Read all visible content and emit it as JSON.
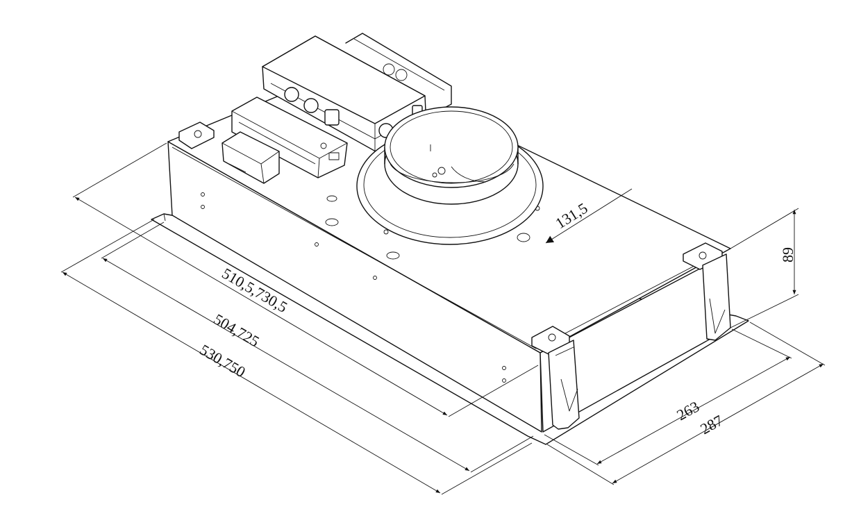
{
  "drawing": {
    "dimensions": {
      "length_inner": "510,5,730,5",
      "length_mid": "504,725",
      "length_outer": "530,750",
      "width_inner": "263",
      "width_outer": "287",
      "height": "89",
      "duct_offset": "131,5"
    }
  }
}
